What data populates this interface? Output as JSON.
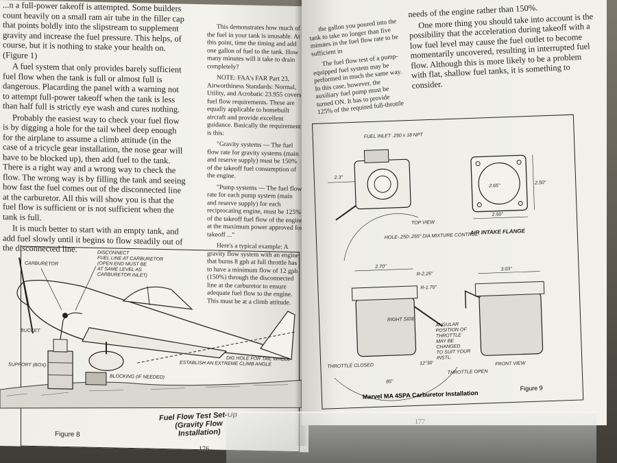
{
  "left_page": {
    "paragraphs": [
      "...n a full-power takeoff is attempted. Some builders count heavily on a small ram air tube in the filler cap that points boldly into the slipstream to supplement gravity and increase the fuel pressure. This helps, of course, but it is nothing to stake your health on. (Figure 1)",
      "A fuel system that only provides barely sufficient fuel flow when the tank is full or almost full is dangerous. Placarding the panel with a warning not to attempt full-power takeoff when the tank is less than half full is strictly eye wash and cures nothing.",
      "Probably the easiest way to check your fuel flow is by digging a hole for the tail wheel deep enough for the airplane to assume a climb attitude (in the case of a tricycle gear installation, the nose gear will have to be blocked up), then add fuel to the tank. There is a right way and a wrong way to check the flow. The wrong way is by filling the tank and seeing how fast the fuel comes out of the disconnected line at the carburetor. All this will show you is that the fuel flow is sufficient or is not sufficient when the tank is full.",
      "It is much better to start with an empty tank, and add fuel slowly until it begins to flow steadily out of the disconnected line."
    ],
    "column2": [
      "This demonstrates how much of the fuel in your tank is unusable. At this point, time the timing and add one gallon of fuel to the tank. How many minutes will it take to drain completely?",
      "NOTE: FAA's FAR Part 23, Airworthiness Standards: Normal, Utility, and Acrobatic 23.955 covers fuel flow requirements. These are equally applicable to homebuilt aircraft and provide excellent guidance. Basically the requirement is this:",
      "\"Gravity systems — The fuel flow rate for gravity systems (main and reserve supply) must be 150% of the takeoff fuel consumption of the engine.",
      "\"Pump systems — The fuel flow rate for each pump system (main and reserve supply) for each reciprocating engine, must be 125% of the takeoff fuel flow of the engine at the maximum power approved for takeoff ...\"",
      "Here's a typical example: A gravity flow system with an engine that burns 8 gph at full throttle has to have a minimum flow of 12 gph (150%) through the disconnected line at the carburetor to ensure adequate fuel flow to the engine. This must be at a climb attitude."
    ],
    "figure_labels": {
      "carburetor": "CARBURETOR",
      "disconnect": "DISCONNECT FUEL LINE AT CARBURETOR (OPEN END MUST BE AT SAME LEVEL AS CARBURETOR INLET)",
      "bucket": "BUCKET",
      "support": "SUPPORT (BOX)",
      "establish": "ESTABLISH AN EXTREME CLIMB ANGLE",
      "blocking": "BLOCKING (IF NEEDED)",
      "hole": "DIG HOLE FOR TAIL WHEEL"
    },
    "figure_title_line1": "Fuel Flow Test Set-Up",
    "figure_title_line2": "(Gravity Flow Installation)",
    "figure_number": "Figure 8",
    "page_number": "176"
  },
  "right_page": {
    "column1": [
      "the gallon you poured into the tank to take no longer than five minutes in the fuel flow rate to be sufficient in",
      "The fuel flow test of a pump-equipped fuel system may be performed in much the same way. In this case, however, the auxiliary fuel pump must be turned ON. It has to provide 125% of the required full-throttle"
    ],
    "column2": [
      "needs of the engine rather than 150%.",
      "One more thing you should take into account is the possibility that the acceleration during takeoff with a low fuel level may cause the fuel outlet to become momentarily uncovered, resulting in interrupted fuel flow. Although this is more likely to be a problem with flat, shallow fuel tanks, it is something to consider."
    ],
    "figure_labels": {
      "fuel_inlet": "FUEL INLET .250 x 18 NPT",
      "top_view": "TOP VIEW",
      "hole": "HOLE-.250-.255\" DIA MIXTURE CONTROL",
      "flange": "AIR INTAKE FLANGE",
      "dim_265": "2.65\"",
      "dim_250a": "2.50\"",
      "dim_250b": "2.50\"",
      "dim_270": "2.70\"",
      "dim_303": "3.03\"",
      "dim_r225": "R-2.25\"",
      "dim_r170": "R-1.70\"",
      "dim_23": "2.3\"",
      "angle_85": "85\"",
      "angle_12": "12\"30'",
      "throttle_closed": "THROTTLE CLOSED",
      "throttle_open": "THROTTLE OPEN",
      "angular": "ANGULAR POSITION OF THROTTLE MAY BE CHANGED TO SUIT YOUR INSTL.",
      "front_view": "FRONT VIEW",
      "right_side": "RIGHT SIDE"
    },
    "figure_title": "Marvel MA 4SPA Carburetor Installation",
    "figure_number": "Figure 9",
    "page_number": "177"
  }
}
